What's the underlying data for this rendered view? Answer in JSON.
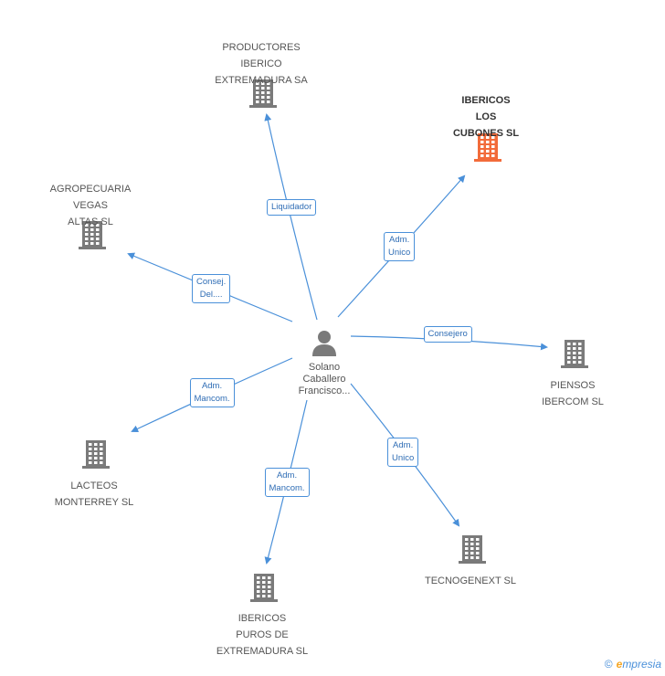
{
  "center": {
    "name": "Solano\nCaballero\nFrancisco..."
  },
  "nodes": [
    {
      "id": "productores",
      "label": "PRODUCTORES\nIBERICO\nEXTREMADURA SA",
      "highlight": false
    },
    {
      "id": "ibericos_cubones",
      "label": "IBERICOS\nLOS\nCUBONES SL",
      "highlight": true
    },
    {
      "id": "agropecuaria",
      "label": "AGROPECUARIA\nVEGAS\nALTAS SL",
      "highlight": false
    },
    {
      "id": "piensos",
      "label": "PIENSOS\nIBERCOM SL",
      "highlight": false
    },
    {
      "id": "lacteos",
      "label": "LACTEOS\nMONTERREY SL",
      "highlight": false
    },
    {
      "id": "tecnogenext",
      "label": "TECNOGENEXT SL",
      "highlight": false
    },
    {
      "id": "ibericos_puros",
      "label": "IBERICOS\nPUROS DE\nEXTREMADURA SL",
      "highlight": false
    }
  ],
  "edges": [
    {
      "to": "productores",
      "label": "Liquidador"
    },
    {
      "to": "ibericos_cubones",
      "label": "Adm.\nUnico"
    },
    {
      "to": "agropecuaria",
      "label": "Consej.\nDel...."
    },
    {
      "to": "piensos",
      "label": "Consejero"
    },
    {
      "to": "lacteos",
      "label": "Adm.\nMancom."
    },
    {
      "to": "tecnogenext",
      "label": "Adm.\nUnico"
    },
    {
      "to": "ibericos_puros",
      "label": "Adm.\nMancom."
    }
  ],
  "colors": {
    "edge": "#4a90d9",
    "building": "#7a7a7a",
    "building_highlight": "#f26b3a",
    "person": "#7a7a7a"
  },
  "footer": {
    "copyright": "©",
    "brand_initial": "e",
    "brand_rest": "mpresia"
  }
}
